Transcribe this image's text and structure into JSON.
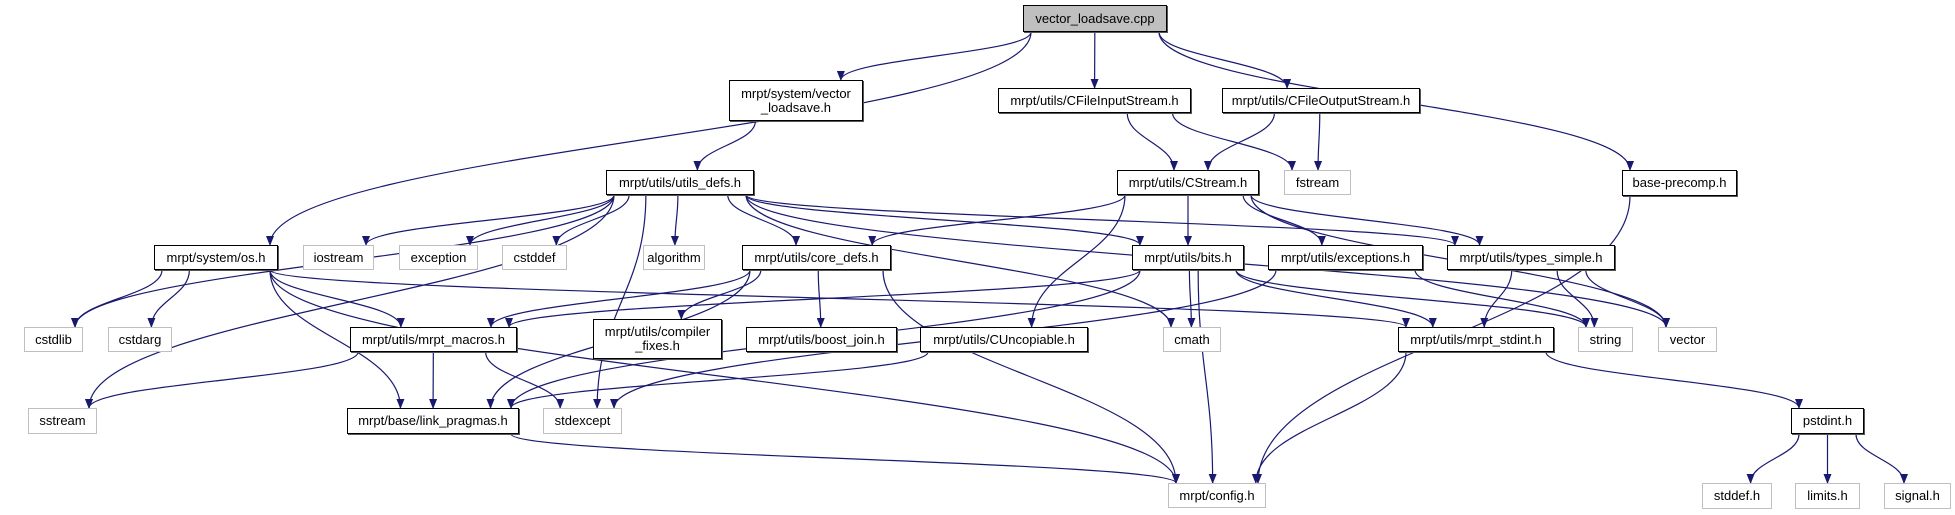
{
  "graph": {
    "nodes": {
      "root": "vector_loadsave.cpp",
      "vls": "mrpt/system/vector\n_loadsave.h",
      "cfis": "mrpt/utils/CFileInputStream.h",
      "cfos": "mrpt/utils/CFileOutputStream.h",
      "basepre": "base-precomp.h",
      "udefs": "mrpt/utils/utils_defs.h",
      "cstream": "mrpt/utils/CStream.h",
      "fstream": "fstream",
      "os": "mrpt/system/os.h",
      "iostream": "iostream",
      "exception": "exception",
      "cstddef": "cstddef",
      "algorithm": "algorithm",
      "coredefs": "mrpt/utils/core_defs.h",
      "bits": "mrpt/utils/bits.h",
      "exceptions": "mrpt/utils/exceptions.h",
      "types": "mrpt/utils/types_simple.h",
      "cstdlib": "cstdlib",
      "cstdarg": "cstdarg",
      "macros": "mrpt/utils/mrpt_macros.h",
      "compiler": "mrpt/utils/compiler\n_fixes.h",
      "boost": "mrpt/utils/boost_join.h",
      "uncop": "mrpt/utils/CUncopiable.h",
      "cmath": "cmath",
      "stdint": "mrpt/utils/mrpt_stdint.h",
      "string": "string",
      "vector": "vector",
      "sstream": "sstream",
      "pragmas": "mrpt/base/link_pragmas.h",
      "stdexcept": "stdexcept",
      "pstdint": "pstdint.h",
      "config": "mrpt/config.h",
      "stddef": "stddef.h",
      "limits": "limits.h",
      "signal": "signal.h"
    },
    "edges": [
      [
        "root",
        "os"
      ],
      [
        "root",
        "vls"
      ],
      [
        "root",
        "cfis"
      ],
      [
        "root",
        "cfos"
      ],
      [
        "root",
        "basepre"
      ],
      [
        "vls",
        "udefs"
      ],
      [
        "cfis",
        "cstream"
      ],
      [
        "cfis",
        "fstream"
      ],
      [
        "cfos",
        "cstream"
      ],
      [
        "cfos",
        "fstream"
      ],
      [
        "basepre",
        "config"
      ],
      [
        "udefs",
        "cstdlib"
      ],
      [
        "udefs",
        "sstream"
      ],
      [
        "udefs",
        "iostream"
      ],
      [
        "udefs",
        "exception"
      ],
      [
        "udefs",
        "cstddef"
      ],
      [
        "udefs",
        "algorithm"
      ],
      [
        "udefs",
        "coredefs"
      ],
      [
        "udefs",
        "stdexcept"
      ],
      [
        "udefs",
        "cmath"
      ],
      [
        "udefs",
        "bits"
      ],
      [
        "udefs",
        "types"
      ],
      [
        "udefs",
        "vector"
      ],
      [
        "cstream",
        "coredefs"
      ],
      [
        "cstream",
        "uncop"
      ],
      [
        "cstream",
        "bits"
      ],
      [
        "cstream",
        "exceptions"
      ],
      [
        "cstream",
        "types"
      ],
      [
        "cstream",
        "vector"
      ],
      [
        "os",
        "cstdlib"
      ],
      [
        "os",
        "cstdarg"
      ],
      [
        "os",
        "macros"
      ],
      [
        "os",
        "pragmas"
      ],
      [
        "os",
        "config"
      ],
      [
        "os",
        "stdint"
      ],
      [
        "coredefs",
        "macros"
      ],
      [
        "coredefs",
        "pragmas"
      ],
      [
        "coredefs",
        "compiler"
      ],
      [
        "coredefs",
        "boost"
      ],
      [
        "coredefs",
        "config"
      ],
      [
        "bits",
        "macros"
      ],
      [
        "bits",
        "cmath"
      ],
      [
        "bits",
        "pragmas"
      ],
      [
        "bits",
        "config"
      ],
      [
        "bits",
        "stdint"
      ],
      [
        "bits",
        "string"
      ],
      [
        "exceptions",
        "stdexcept"
      ],
      [
        "exceptions",
        "string"
      ],
      [
        "types",
        "stdint"
      ],
      [
        "types",
        "string"
      ],
      [
        "types",
        "vector"
      ],
      [
        "macros",
        "sstream"
      ],
      [
        "macros",
        "pragmas"
      ],
      [
        "macros",
        "stdexcept"
      ],
      [
        "uncop",
        "pragmas"
      ],
      [
        "stdint",
        "config"
      ],
      [
        "stdint",
        "pstdint"
      ],
      [
        "pragmas",
        "config"
      ],
      [
        "pstdint",
        "stddef"
      ],
      [
        "pstdint",
        "limits"
      ],
      [
        "pstdint",
        "signal"
      ]
    ],
    "colors": {
      "edge": "#191970",
      "doc_border": "#000000",
      "sys_border": "#bfbfbf",
      "root_fill": "#bfbfbf"
    }
  }
}
